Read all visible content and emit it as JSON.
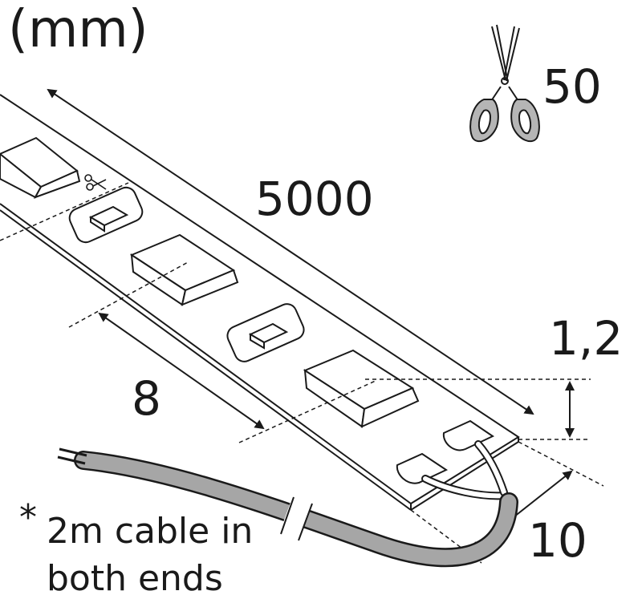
{
  "unit_label": "(mm)",
  "cut_interval": "50",
  "dimensions": {
    "length": "5000",
    "thickness": "1,2",
    "segment": "8",
    "width": "10"
  },
  "note": {
    "asterisk": "*",
    "line1": "2m cable in",
    "line2": "both ends"
  },
  "icons": {
    "scissors": "scissors-icon",
    "cut_mark": "small-scissors-icon"
  },
  "colors": {
    "stroke": "#1a1a1a",
    "cable": "#a6a6a6",
    "background": "#ffffff"
  }
}
